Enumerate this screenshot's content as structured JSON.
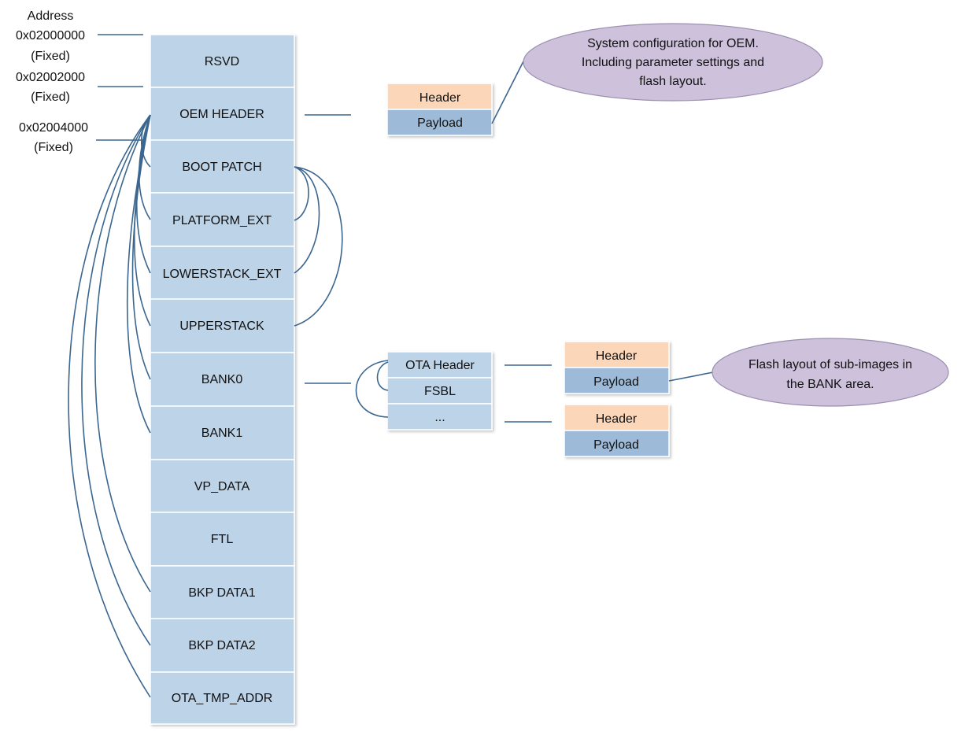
{
  "addresses": {
    "heading": "Address",
    "a0": "0x02000000",
    "a0_note": "(Fixed)",
    "a1": "0x02002000",
    "a1_note": "(Fixed)",
    "a2": "0x02004000",
    "a2_note": "(Fixed)"
  },
  "flash_blocks": [
    "RSVD",
    "OEM HEADER",
    "BOOT PATCH",
    "PLATFORM_EXT",
    "LOWERSTACK_EXT",
    "UPPERSTACK",
    "BANK0",
    "BANK1",
    "VP_DATA",
    "FTL",
    "BKP DATA1",
    "BKP DATA2",
    "OTA_TMP_ADDR"
  ],
  "oem_image": {
    "header": "Header",
    "payload": "Payload"
  },
  "oem_note": {
    "line1": "System configuration for OEM.",
    "line2": "Including parameter settings and",
    "line3": "flash layout."
  },
  "bank_image": {
    "rows": [
      "OTA Header",
      "FSBL",
      "..."
    ]
  },
  "sub_image_a": {
    "header": "Header",
    "payload": "Payload"
  },
  "sub_image_b": {
    "header": "Header",
    "payload": "Payload"
  },
  "bank_note": {
    "line1": "Flash layout of sub-images in",
    "line2": "the BANK area."
  },
  "colors": {
    "block_fill": "#bdd3e8",
    "block_border": "#ffffff",
    "header_fill": "#fbd6b8",
    "payload_fill": "#9dbbd8",
    "note_fill": "#cdc1dc",
    "note_border": "#9a8fb0",
    "line": "#3b6690",
    "text": "#111111"
  }
}
